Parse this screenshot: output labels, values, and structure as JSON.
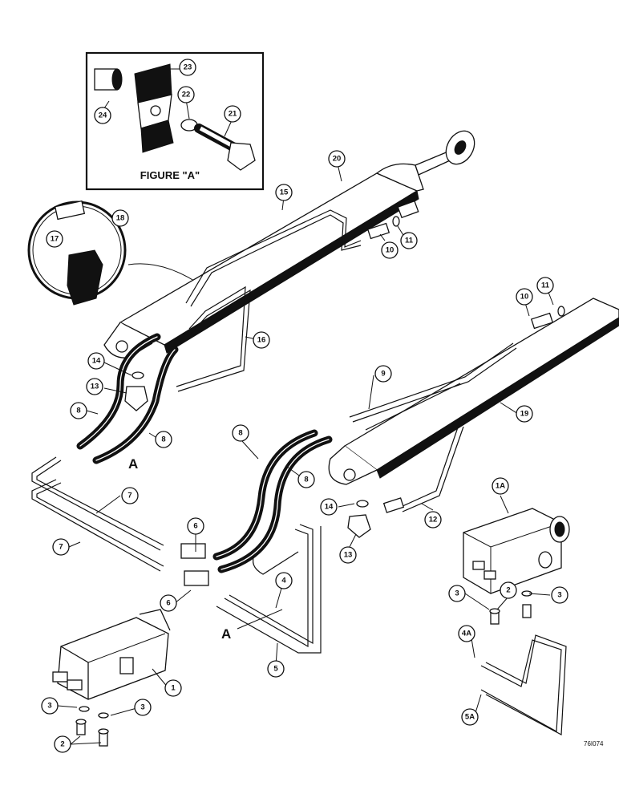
{
  "inset": {
    "caption": "FIGURE \"A\""
  },
  "section_marks": [
    "A",
    "A"
  ],
  "drawing_code": "76I074",
  "callouts": [
    {
      "id": "c1",
      "label": "1"
    },
    {
      "id": "c1a",
      "label": "1A"
    },
    {
      "id": "c2a",
      "label": "2"
    },
    {
      "id": "c2b",
      "label": "2"
    },
    {
      "id": "c3a",
      "label": "3"
    },
    {
      "id": "c3b",
      "label": "3"
    },
    {
      "id": "c3c",
      "label": "3"
    },
    {
      "id": "c3d",
      "label": "3"
    },
    {
      "id": "c4",
      "label": "4"
    },
    {
      "id": "c4a",
      "label": "4A"
    },
    {
      "id": "c5",
      "label": "5"
    },
    {
      "id": "c5a",
      "label": "5A"
    },
    {
      "id": "c6a",
      "label": "6"
    },
    {
      "id": "c6b",
      "label": "6"
    },
    {
      "id": "c7a",
      "label": "7"
    },
    {
      "id": "c7b",
      "label": "7"
    },
    {
      "id": "c8a",
      "label": "8"
    },
    {
      "id": "c8b",
      "label": "8"
    },
    {
      "id": "c8c",
      "label": "8"
    },
    {
      "id": "c8d",
      "label": "8"
    },
    {
      "id": "c9",
      "label": "9"
    },
    {
      "id": "c10a",
      "label": "10"
    },
    {
      "id": "c10b",
      "label": "10"
    },
    {
      "id": "c11a",
      "label": "11"
    },
    {
      "id": "c11b",
      "label": "11"
    },
    {
      "id": "c12",
      "label": "12"
    },
    {
      "id": "c13a",
      "label": "13"
    },
    {
      "id": "c13b",
      "label": "13"
    },
    {
      "id": "c14a",
      "label": "14"
    },
    {
      "id": "c14b",
      "label": "14"
    },
    {
      "id": "c15",
      "label": "15"
    },
    {
      "id": "c16",
      "label": "16"
    },
    {
      "id": "c17",
      "label": "17"
    },
    {
      "id": "c18",
      "label": "18"
    },
    {
      "id": "c19",
      "label": "19"
    },
    {
      "id": "c20",
      "label": "20"
    },
    {
      "id": "c21",
      "label": "21"
    },
    {
      "id": "c22",
      "label": "22"
    },
    {
      "id": "c23",
      "label": "23"
    },
    {
      "id": "c24",
      "label": "24"
    }
  ]
}
